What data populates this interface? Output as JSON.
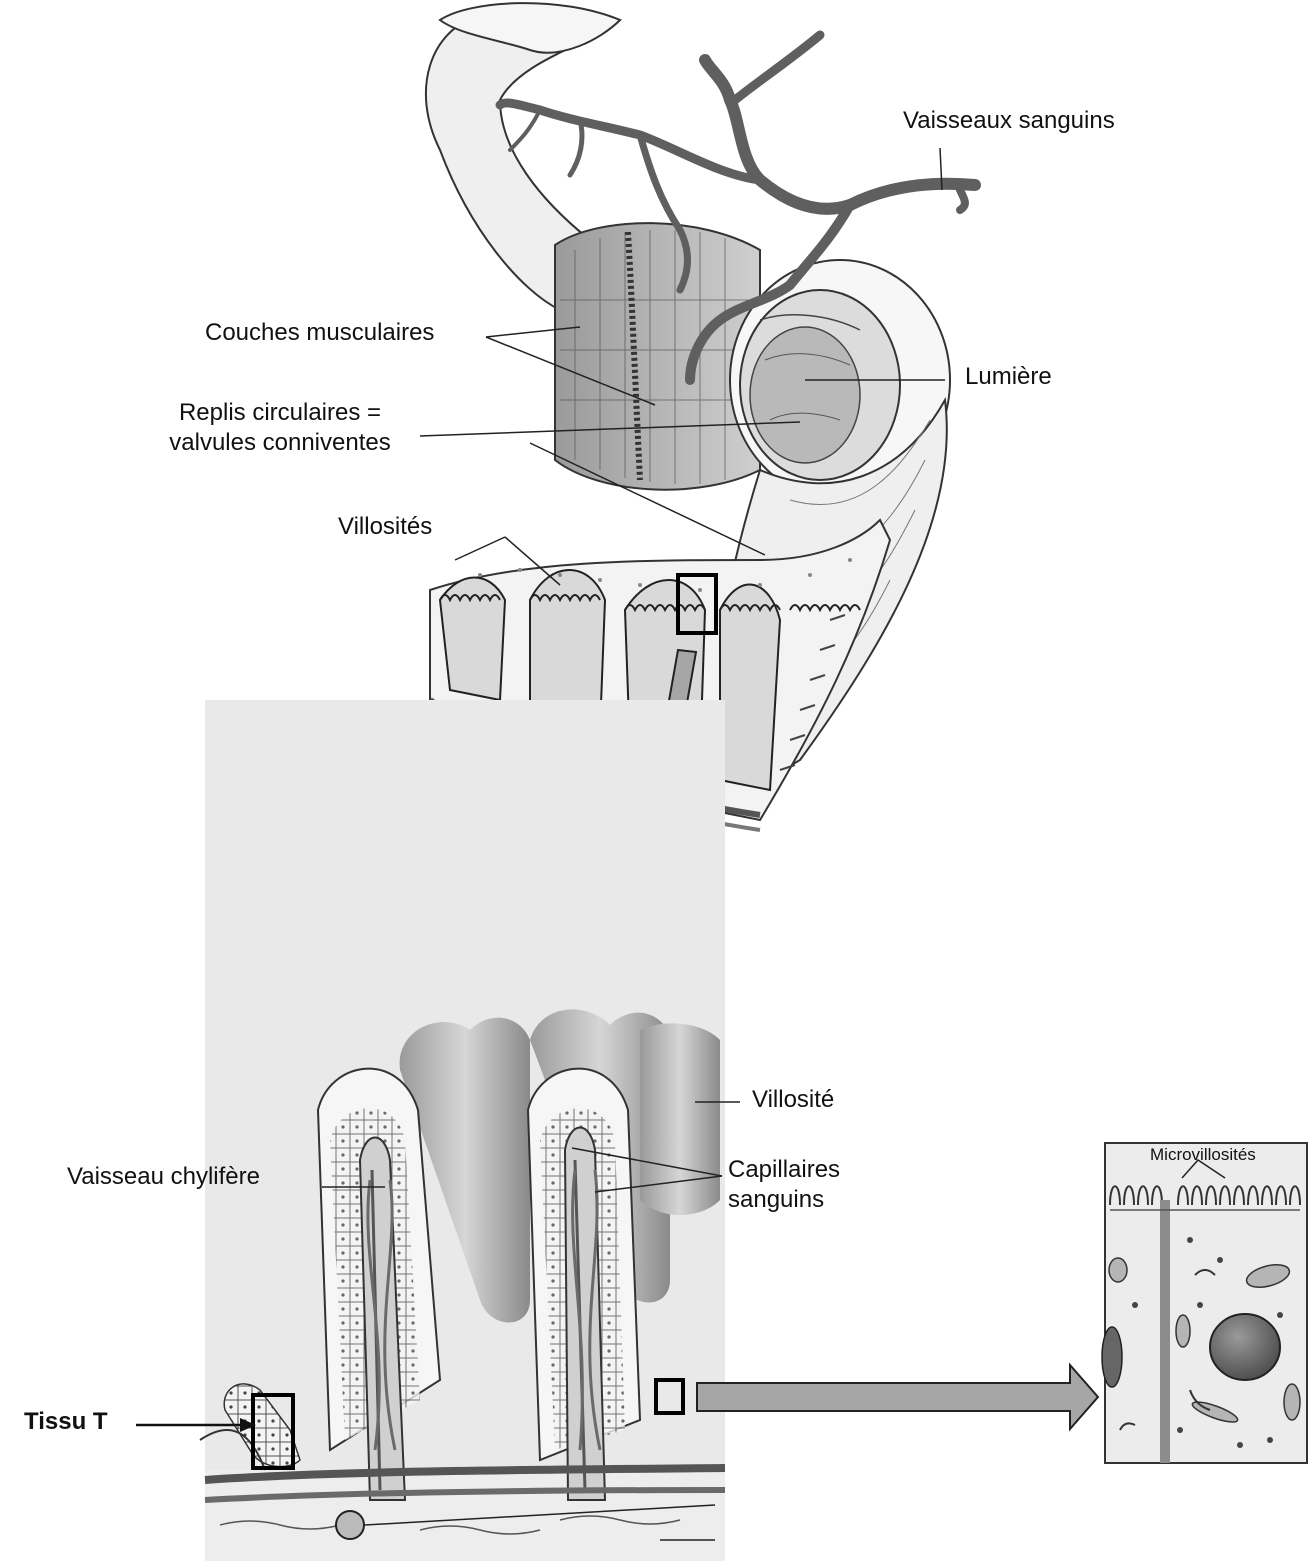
{
  "labels": {
    "vaisseaux_sanguins": "Vaisseaux sanguins",
    "couches_musculaires": "Couches musculaires",
    "lumiere": "Lumière",
    "replis_line1": "Replis circulaires =",
    "replis_line2": "valvules conniventes",
    "villosites": "Villosités",
    "villosite": "Villosité",
    "vaisseau_chylifere": "Vaisseau chylifère",
    "capillaires_line1": "Capillaires",
    "capillaires_line2": "sanguins",
    "tissu_t": "Tissu T",
    "microvillosites": "Microvillosités"
  },
  "colors": {
    "arrow_fill": "#a6a6a6",
    "outline": "#222222",
    "tissue_light": "#e8e8e8",
    "tissue_mid": "#c4c4c4",
    "tissue_dark": "#8c8c8c",
    "vessel": "#6a6a6a"
  }
}
